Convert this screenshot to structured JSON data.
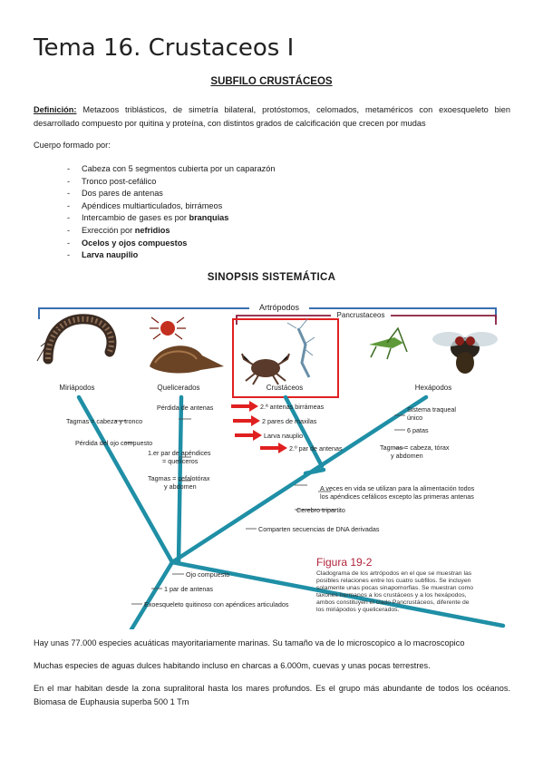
{
  "page": {
    "title": "Tema 16. Crustaceos I",
    "subphylum_heading": "SUBFILO CRUSTÁCEOS"
  },
  "definition": {
    "term": "Definición:",
    "text": " Metazoos triblásticos, de simetría bilateral, protóstomos, celomados, metaméricos con exoesqueleto bien desarrollado compuesto por quitina y proteína, con distintos grados de calcificación que crecen por mudas"
  },
  "body_intro": "Cuerpo formado por:",
  "features": [
    {
      "pre": "Cabeza con 5 segmentos cubierta por un caparazón",
      "bold": ""
    },
    {
      "pre": "Tronco post-cefálico",
      "bold": ""
    },
    {
      "pre": "Dos pares de antenas",
      "bold": ""
    },
    {
      "pre": "Apéndices multiarticulados, birrámeos",
      "bold": ""
    },
    {
      "pre": "Intercambio de gases es por ",
      "bold": "branquias"
    },
    {
      "pre": "Exrección por ",
      "bold": "nefridios"
    },
    {
      "pre": "",
      "bold": "Ocelos y ojos compuestos"
    },
    {
      "pre": "",
      "bold": "Larva naupilio"
    }
  ],
  "synopsis_heading": "SINOPSIS SISTEMÁTICA",
  "figure": {
    "bracket_top": "Artrópodos",
    "bracket_pan": "Pancrustaceos",
    "taxa": [
      "Miriápodos",
      "Quelicerados",
      "Crustáceos",
      "Hexápodos"
    ],
    "labels": {
      "tagmas_myr": "Tagmas = cabeza y tronco",
      "loss_eye": "Pérdida del ojo compuesto",
      "loss_ant": "Pérdida de antenas",
      "quel_app_1": "1.er par de apéndices",
      "quel_app_2": "= quelíceros",
      "quel_tag_1": "Tagmas = cefalotórax",
      "quel_tag_2": "y abdomen",
      "crus_1": "2.ª antenas birrámeas",
      "crus_2": "2 pares de maxilas",
      "crus_3": "Larva nauplio",
      "crus_4": "2.º par de antenas",
      "hex_1": "Sistema traqueal",
      "hex_1b": "único",
      "hex_2": "6 patas",
      "hex_3": "Tagmas = cabeza, tórax",
      "hex_3b": "y abdomen",
      "pan_1": "A veces en vida se utilizan para la alimentación todos",
      "pan_1b": "los apéndices cefálicos excepto las primeras antenas",
      "brain": "Cerebro tripartito",
      "dna": "Comparten secuencias de DNA derivadas",
      "eye": "Ojo compuesto",
      "ant": "1 par de antenas",
      "exo": "Exoesqueleto quitinoso con apéndices articulados"
    },
    "caption_title": "Figura 19-2",
    "caption_lines": [
      "Cladograma de los artrópodos en el que se muestran las",
      "posibles relaciones entre los cuatro subfilos. Se incluyen",
      "solamente unas pocas sinapomorfias. Se muestran como",
      "taxones hermanos a los crustáceos y a los hexápodos,",
      "ambos constituyen el clado Pancrustáceos, diferente de",
      "los miriápodos y quelicerados."
    ],
    "colors": {
      "branch": "#1f8fa6",
      "bracket": "#3a6fb0",
      "pan_bracket": "#8a1c3c",
      "highlight": "#e02020"
    }
  },
  "paragraphs": [
    "Hay unas 77.000 especies acuáticas mayoritariamente marinas. Su tamaño va de lo microscopico a lo macroscopico",
    "Muchas especies de aguas dulces habitando incluso en charcas a 6.000m, cuevas y unas pocas terrestres.",
    "En el mar habitan desde la zona supralitoral hasta los mares profundos. Es el grupo más abundante de todos los océanos. Biomasa de Euphausia superba 500 1 Tm"
  ]
}
